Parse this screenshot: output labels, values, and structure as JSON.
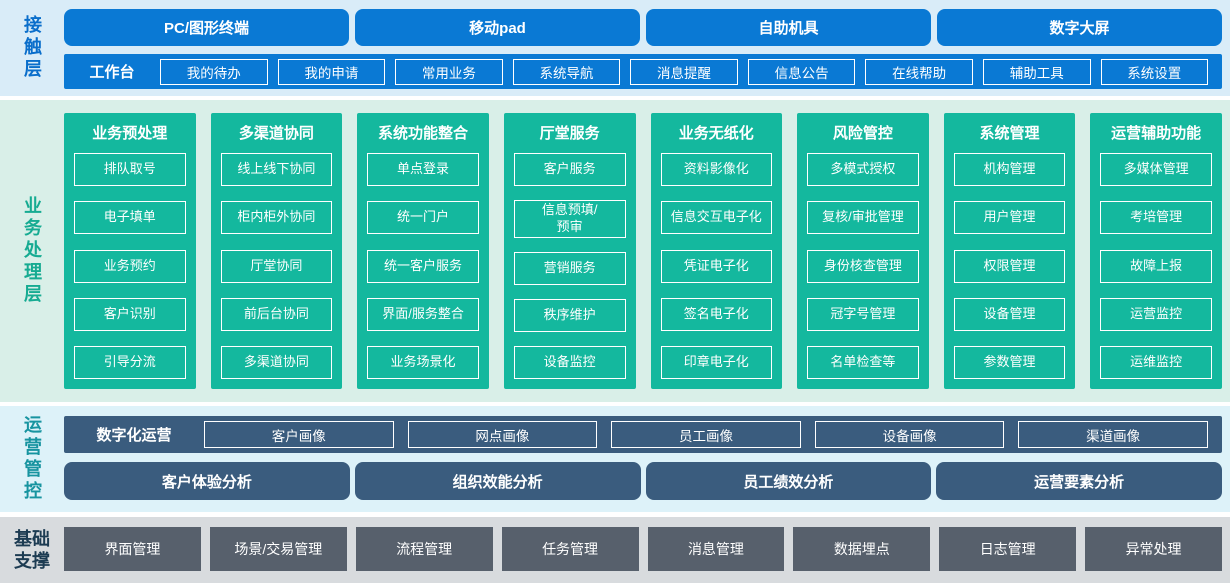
{
  "layers": {
    "contact": {
      "label": "接触层",
      "channels": [
        "PC/图形终端",
        "移动pad",
        "自助机具",
        "数字大屏"
      ],
      "workbench": {
        "label": "工作台",
        "items": [
          "我的待办",
          "我的申请",
          "常用业务",
          "系统导航",
          "消息提醒",
          "信息公告",
          "在线帮助",
          "辅助工具",
          "系统设置"
        ]
      }
    },
    "business": {
      "label": "业务处理层",
      "columns": [
        {
          "title": "业务预处理",
          "items": [
            "排队取号",
            "电子填单",
            "业务预约",
            "客户识别",
            "引导分流"
          ]
        },
        {
          "title": "多渠道协同",
          "items": [
            "线上线下协同",
            "柜内柜外协同",
            "厅堂协同",
            "前后台协同",
            "多渠道协同"
          ]
        },
        {
          "title": "系统功能整合",
          "items": [
            "单点登录",
            "统一门户",
            "统一客户服务",
            "界面/服务整合",
            "业务场景化"
          ]
        },
        {
          "title": "厅堂服务",
          "items": [
            "客户服务",
            "信息预填/\n预审",
            "营销服务",
            "秩序维护",
            "设备监控"
          ]
        },
        {
          "title": "业务无纸化",
          "items": [
            "资料影像化",
            "信息交互电子化",
            "凭证电子化",
            "签名电子化",
            "印章电子化"
          ]
        },
        {
          "title": "风险管控",
          "items": [
            "多模式授权",
            "复核/审批管理",
            "身份核查管理",
            "冠字号管理",
            "名单检查等"
          ]
        },
        {
          "title": "系统管理",
          "items": [
            "机构管理",
            "用户管理",
            "权限管理",
            "设备管理",
            "参数管理"
          ]
        },
        {
          "title": "运营辅助功能",
          "items": [
            "多媒体管理",
            "考培管理",
            "故障上报",
            "运营监控",
            "运维监控"
          ]
        }
      ]
    },
    "operations": {
      "label": "运营管控",
      "digital_ops": {
        "label": "数字化运营",
        "items": [
          "客户画像",
          "网点画像",
          "员工画像",
          "设备画像",
          "渠道画像"
        ]
      },
      "analyses": [
        "客户体验分析",
        "组织效能分析",
        "员工绩效分析",
        "运营要素分析"
      ]
    },
    "foundation": {
      "label": "基础支撑",
      "items": [
        "界面管理",
        "场景/交易管理",
        "流程管理",
        "任务管理",
        "消息管理",
        "数据埋点",
        "日志管理",
        "异常处理"
      ]
    }
  },
  "colors": {
    "blue": "#0a79d4",
    "blue_bg": "#d9ecf8",
    "green": "#14b89e",
    "green_bg": "#d9efe8",
    "slate": "#3a5c7e",
    "slate_bg": "#ddf2f9",
    "gray": "#57606c",
    "gray_bg": "#d8dbde"
  }
}
